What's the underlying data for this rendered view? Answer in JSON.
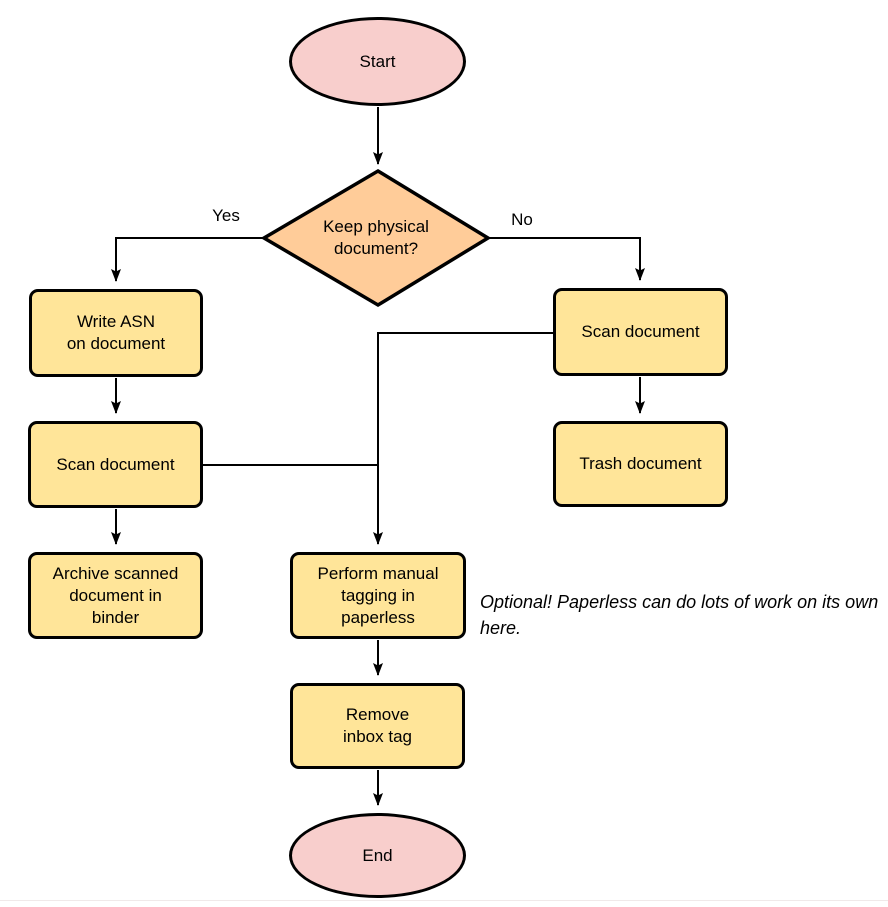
{
  "colors": {
    "terminator-fill": "#F8CECC",
    "decision-fill": "#FFCC99",
    "process-fill": "#FFE599",
    "stroke": "#000000"
  },
  "flowchart": {
    "nodes": {
      "start": {
        "label": "Start"
      },
      "decision": {
        "label": "Keep physical\ndocument?"
      },
      "write_asn": {
        "label": "Write ASN\non document"
      },
      "scan_left": {
        "label": "Scan document"
      },
      "archive": {
        "label": "Archive scanned\ndocument in\nbinder"
      },
      "scan_right": {
        "label": "Scan document"
      },
      "trash": {
        "label": "Trash document"
      },
      "perform_tagging": {
        "label": "Perform manual\ntagging in\npaperless"
      },
      "remove_inbox": {
        "label": "Remove\ninbox tag"
      },
      "end": {
        "label": "End"
      }
    },
    "edge_labels": {
      "yes": "Yes",
      "no": "No"
    },
    "annotation": "Optional! Paperless can do lots of work on its own here."
  }
}
